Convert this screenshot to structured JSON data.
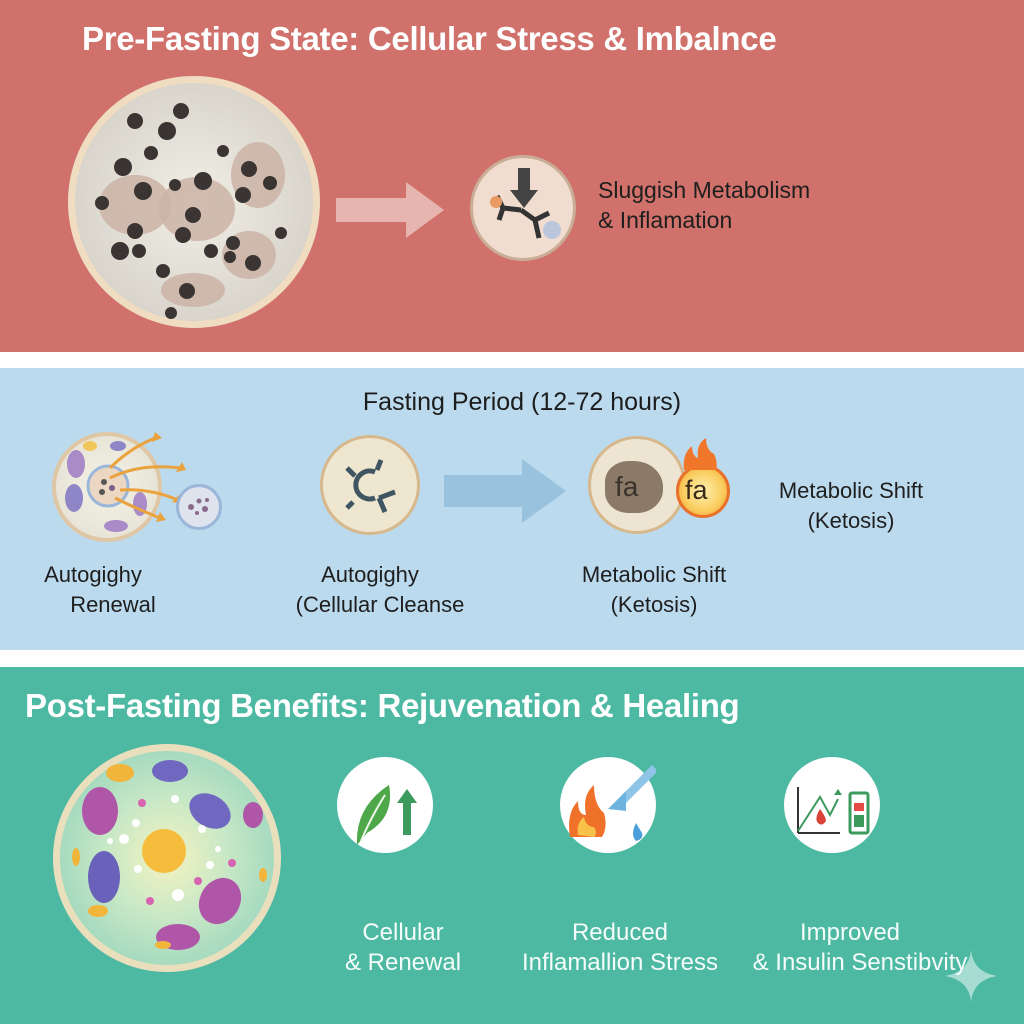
{
  "pre_fasting": {
    "title": "Pre-Fasting State: Cellular Stress & Imbalnce",
    "status_line1": "Sluggish Metabolism",
    "status_line2": "& Inflamation",
    "icons": [
      "stressed-cell-icon",
      "arrow-right-icon",
      "metabolism-down-icon"
    ],
    "background_color": "#d0726b"
  },
  "fasting": {
    "title": "Fasting Period (12-72 hours)",
    "steps": [
      {
        "line1": "Autogighy",
        "line2": "Renewal",
        "icon": "autophagy-cell-icon"
      },
      {
        "line1": "Autogighy",
        "line2": "(Cellular Cleanse",
        "icon": "molecule-icon"
      },
      {
        "line1": "Metabolic Shift",
        "line2": "(Ketosis)",
        "icon": "fat-burn-icon"
      }
    ],
    "side_label_line1": "Metabolic Shift",
    "side_label_line2": "(Ketosis)",
    "fat_label": "fa",
    "background_color": "#bcdaee"
  },
  "post_fasting": {
    "title": "Post-Fasting Benefits: Rejuvenation & Healing",
    "benefits": [
      {
        "line1": "Cellular",
        "line2": "& Renewal",
        "icon": "leaf-growth-icon"
      },
      {
        "line1": "Reduced",
        "line2": "Inflamallion Stress",
        "icon": "fire-water-icon"
      },
      {
        "line1": "Improved",
        "line2": "& Insulin Senstibvity",
        "icon": "chart-battery-icon"
      }
    ],
    "background_color": "#4db9a3"
  }
}
